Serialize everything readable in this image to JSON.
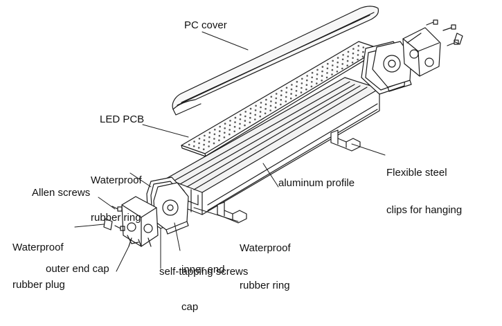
{
  "diagram": {
    "labels": {
      "pc_cover": "PC cover",
      "led_pcb": "LED PCB",
      "waterproof_ring_top_line1": "Waterproof",
      "waterproof_ring_top_line2": "rubber ring",
      "allen_screws": "Allen screws",
      "waterproof_plug_line1": "Waterproof",
      "waterproof_plug_line2": "rubber plug",
      "outer_end_cap": "outer end cap",
      "self_tapping_screws": "self-tapping screws",
      "inner_end_cap_line1": "inner end",
      "inner_end_cap_line2": "cap",
      "waterproof_ring_bottom_line1": "Waterproof",
      "waterproof_ring_bottom_line2": "rubber ring",
      "aluminum_profile": "aluminum profile",
      "flexible_clips_line1": "Flexible steel",
      "flexible_clips_line2": "clips for hanging"
    },
    "colors": {
      "line": "#1a1a1a",
      "background": "#ffffff"
    }
  }
}
